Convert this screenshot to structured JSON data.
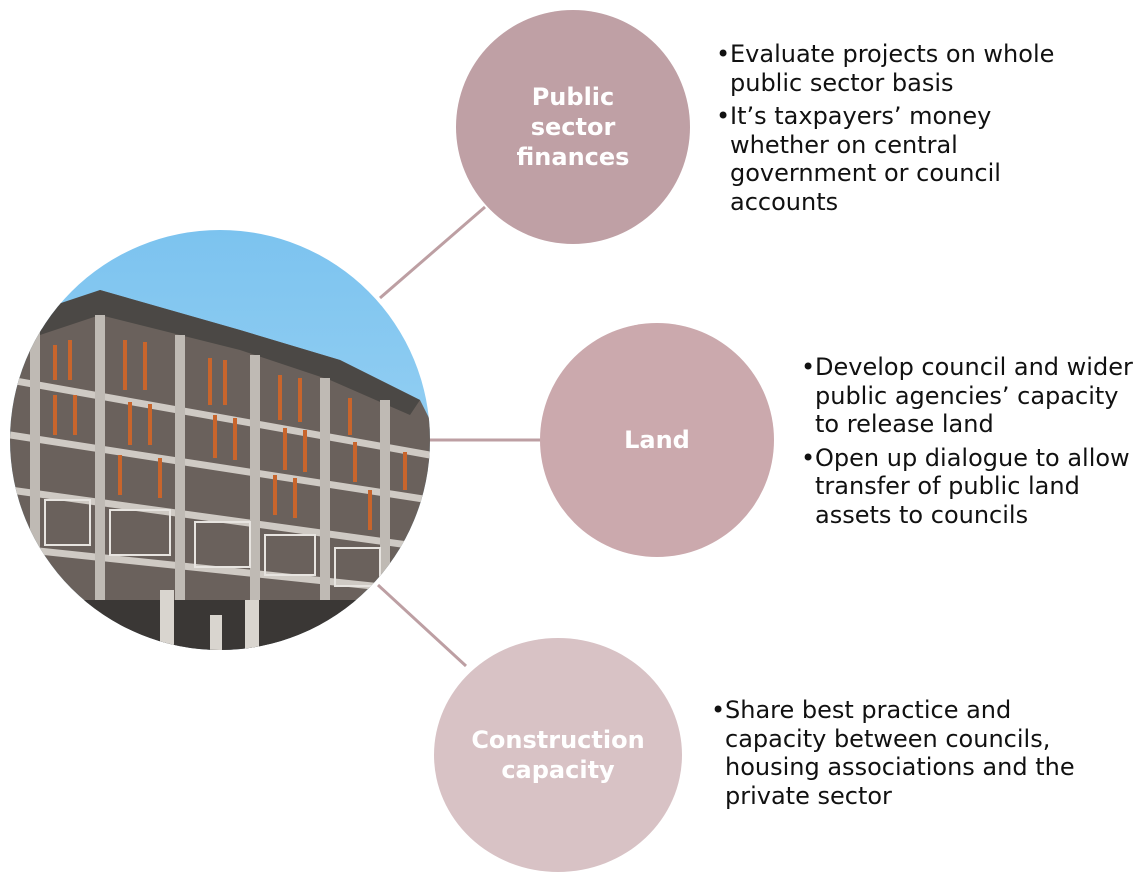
{
  "colors": {
    "finances_node": "#bfa0a5",
    "land_node": "#cba9ad",
    "construction_node": "#d8c2c5",
    "connector": "#bd9fa3"
  },
  "nodes": [
    {
      "label": "Public\nsector\nfinances",
      "bullets": [
        "Evaluate projects on whole public sector basis",
        "It’s taxpayers’ money whether on central government or council accounts"
      ]
    },
    {
      "label": "Land",
      "bullets": [
        "Develop council and wider public agencies’ capacity to release land",
        "Open up dialogue to allow transfer of public land assets to councils"
      ]
    },
    {
      "label": "Construction\ncapacity",
      "bullets": [
        "Share best practice and capacity between councils, housing associations and the private sector"
      ]
    }
  ]
}
